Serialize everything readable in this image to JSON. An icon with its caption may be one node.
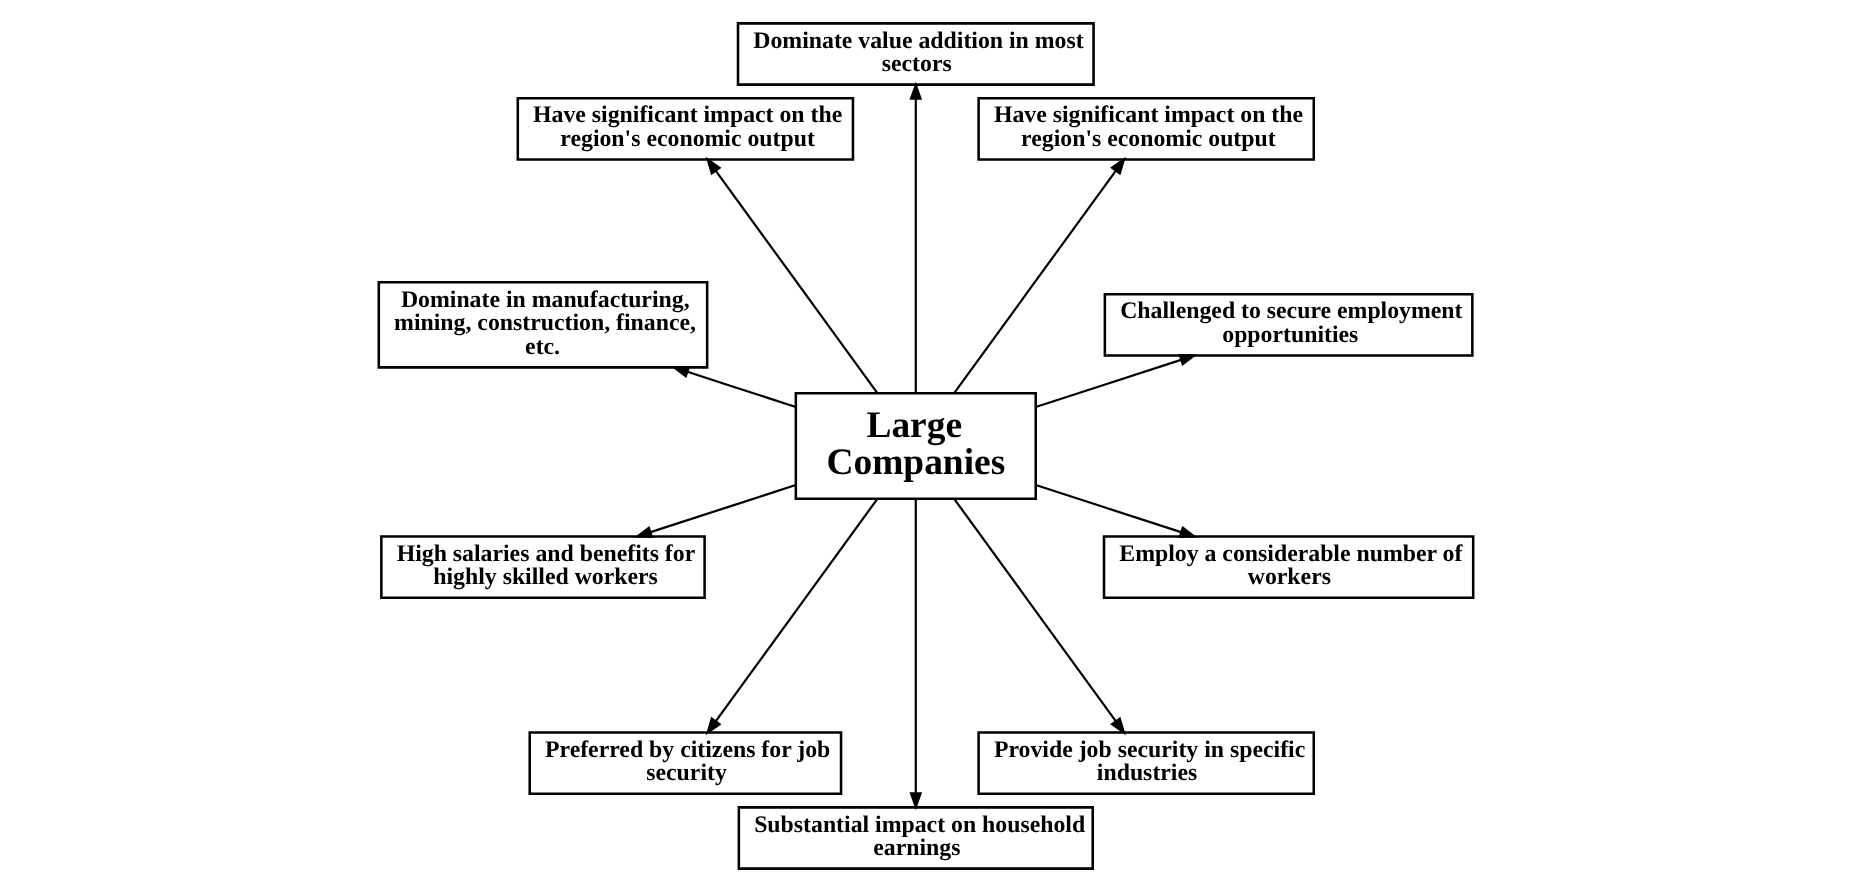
{
  "diagram": {
    "nodes": [
      {
        "text": [
          "Employ a considerable number of workers"
        ]
      },
      {
        "text": [
          "Challenged to secure employment opportunities"
        ]
      },
      {
        "text": [
          "Have significant impact on the region's economic output"
        ]
      },
      {
        "text": [
          "Provide job security in specific industries"
        ]
      },
      {
        "text": [
          "Large Companies"
        ]
      },
      {
        "text": [
          "Dominate value addition in most sectors"
        ]
      },
      {
        "text": [
          "Substantial impact on household earnings"
        ]
      },
      {
        "text": [
          "Have significant impact on the region's economic output"
        ]
      },
      {
        "text": [
          "Preferred by citizens for job security"
        ]
      },
      {
        "text": [
          "High salaries and benefits for highly skilled workers"
        ]
      },
      {
        "text": [
          "Dominate in manufacturing, mining, construction, finance, etc."
        ]
      }
    ],
    "edges": [
      {
        "from": 4,
        "to": 0,
        "arrow": "to"
      },
      {
        "from": 4,
        "to": 1,
        "arrow": "to"
      },
      {
        "from": 4,
        "to": 2,
        "arrow": "to"
      },
      {
        "from": 4,
        "to": 3,
        "arrow": "to"
      },
      {
        "from": 4,
        "to": 5,
        "arrow": "to"
      },
      {
        "from": 4,
        "to": 6,
        "arrow": "to"
      },
      {
        "from": 4,
        "to": 7,
        "arrow": "to"
      },
      {
        "from": 4,
        "to": 8,
        "arrow": "to"
      },
      {
        "from": 4,
        "to": 9,
        "arrow": "to"
      },
      {
        "from": 4,
        "to": 10,
        "arrow": "to"
      }
    ]
  }
}
